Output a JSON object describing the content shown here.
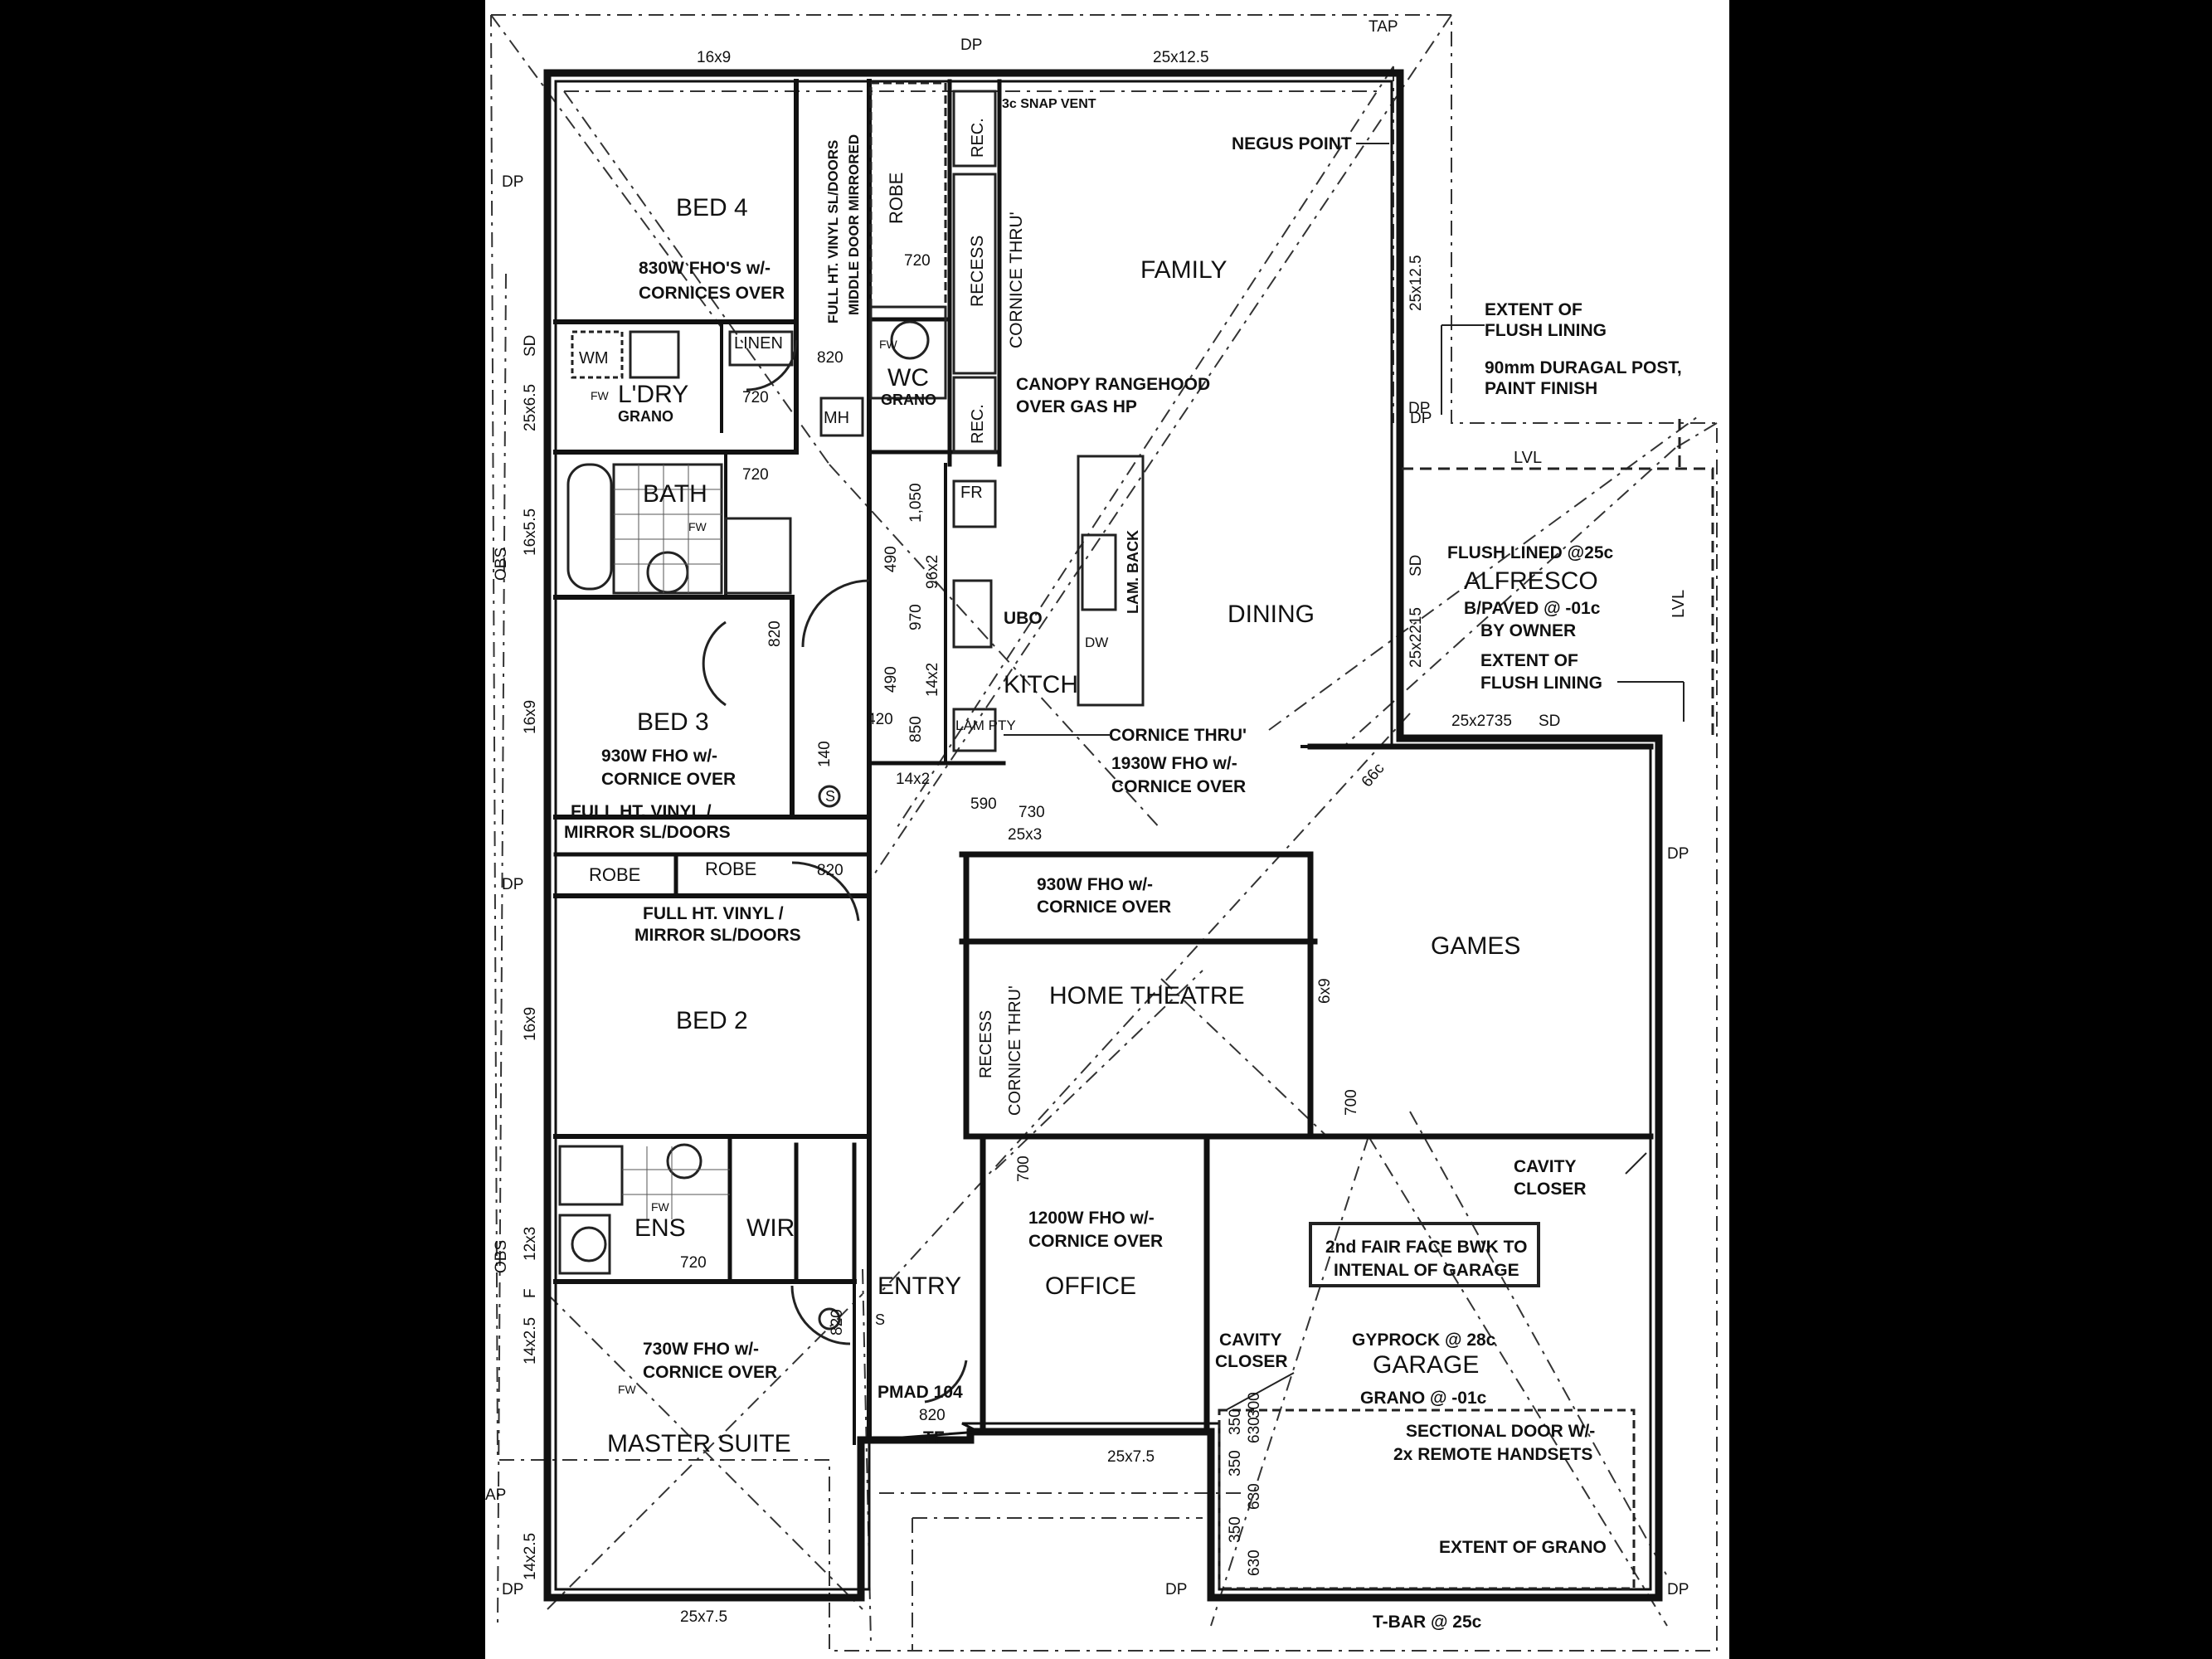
{
  "colors": {
    "background": "#000000",
    "paper": "#ffffff",
    "ink": "#111111"
  },
  "rooms": {
    "bed4": "BED 4",
    "lndry": "L'DRY",
    "bath": "BATH",
    "wc": "WC",
    "family": "FAMILY",
    "dining": "DINING",
    "kitch": "KITCH",
    "alfresco": "ALFRESCO",
    "bed3": "BED 3",
    "bed2": "BED 2",
    "games": "GAMES",
    "home_theatre": "HOME THEATRE",
    "ens": "ENS",
    "wir": "WIR",
    "entry": "ENTRY",
    "office": "OFFICE",
    "master_suite": "MASTER SUITE",
    "garage": "GARAGE",
    "robe1": "ROBE",
    "robe2": "ROBE",
    "robe_top": "ROBE",
    "linen": "LINEN",
    "wm": "WM",
    "rec1": "REC.",
    "rec2": "REC.",
    "fr": "FR",
    "mh": "MH",
    "pty": "LAM PTY",
    "dw": "DW"
  },
  "notes": {
    "bed4_fho_1": "830W FHO'S w/-",
    "bed4_fho_2": "CORNICES OVER",
    "full_ht_1": "FULL HT. VINYL SL/DOORS",
    "full_ht_2": "MIDDLE DOOR MIRRORED",
    "recess": "RECESS",
    "cornice_thru_top": "CORNICE THRU'",
    "snap_vent": "3c SNAP VENT",
    "negus": "NEGUS POINT",
    "extent1_1": "EXTENT OF",
    "extent1_2": "FLUSH LINING",
    "post_1": "90mm DURAGAL POST,",
    "post_2": "PAINT FINISH",
    "canopy_1": "CANOPY RANGEHOOD",
    "canopy_2": "OVER GAS HP",
    "grano1": "GRANO",
    "grano2": "GRANO",
    "ubo": "UBO",
    "lam_back": "LAM. BACK",
    "flush_lined": "FLUSH LINED @25c",
    "bpaved": "B/PAVED @ -01c",
    "by_owner": "BY OWNER",
    "extent2_1": "EXTENT OF",
    "extent2_2": "FLUSH LINING",
    "bed3_fho_1": "930W FHO w/-",
    "bed3_fho_2": "CORNICE OVER",
    "bed3_vinyl_1": "FULL HT. VINYL /",
    "bed3_vinyl_2": "MIRROR SL/DOORS",
    "cornice_thru_mid": "CORNICE THRU'",
    "kitch_fho_1": "1930W FHO w/-",
    "kitch_fho_2": "CORNICE OVER",
    "bed2_vinyl_1": "FULL HT. VINYL /",
    "bed2_vinyl_2": "MIRROR SL/DOORS",
    "ht_fho_1": "930W FHO w/-",
    "ht_fho_2": "CORNICE OVER",
    "recess2": "RECESS",
    "cornice_thru_ht": "CORNICE THRU'",
    "cavity1_1": "CAVITY",
    "cavity1_2": "CLOSER",
    "office_fho_1": "1200W FHO w/-",
    "office_fho_2": "CORNICE OVER",
    "bwk_1": "2nd FAIR FACE BWK TO",
    "bwk_2": "INTENAL OF GARAGE",
    "cavity2_1": "CAVITY",
    "cavity2_2": "CLOSER",
    "gyprock": "GYPROCK @ 28c",
    "grano_garage": "GRANO @ -01c",
    "sectional_1": "SECTIONAL DOOR W/-",
    "sectional_2": "2x REMOTE HANDSETS",
    "master_fho_1": "730W FHO w/-",
    "master_fho_2": "CORNICE OVER",
    "pmad": "PMAD 104",
    "tf": "TF",
    "extent_grano": "EXTENT OF GRANO",
    "tbar": "T-BAR @ 25c",
    "lvl1": "LVL",
    "lvl2": "LVL",
    "s1": "S",
    "s2": "S",
    "fw1": "FW",
    "fw2": "FW",
    "fw3": "FW",
    "fw4": "FW",
    "fw5": "FW"
  },
  "dims": {
    "d16x9_top": "16x9",
    "dp_top": "DP",
    "d25x12_5_top": "25x12.5",
    "tap": "TAP",
    "dp_left1": "DP",
    "d25x6_5": "25x6.5",
    "sd1": "SD",
    "d16x5_5": "16x5.5",
    "obs1": "OBS",
    "d16x9_l2": "16x9",
    "dp_left2": "DP",
    "d16x9_l3": "16x9",
    "d12x3": "12x3",
    "obs2": "OBS",
    "d14x2_5a": "14x2.5",
    "f1": "F",
    "ap": "AP",
    "d14x2_5b": "14x2.5",
    "dp_left3": "DP",
    "d25x12_5_r": "25x12.5",
    "dp_r1": "DP",
    "d25x2215": "25x2215",
    "sd2": "SD",
    "d25x2735": "25x2735",
    "sd3": "SD",
    "dp_r2": "DP",
    "d6x9": "6x9",
    "dp_r3": "DP",
    "d820a": "820",
    "d720a": "720",
    "d720b": "720",
    "d820b": "820",
    "d820c": "820",
    "d720c": "720",
    "d820d": "820",
    "d820e": "820",
    "d720d": "720",
    "d700a": "700",
    "d700b": "700",
    "d1050": "1,050",
    "d490a": "490",
    "d96x2": "96x2",
    "d970": "970",
    "d490b": "490",
    "d14x2a": "14x2",
    "d420": "420",
    "d850": "850",
    "d140": "140",
    "d14x2b": "14x2",
    "d590": "590",
    "d730": "730",
    "d25x3": "25x3",
    "d66c": "66c",
    "d25x7_5a": "25x7.5",
    "d25x7_5b": "25x7.5",
    "dp_bot1": "DP",
    "dp_bot2": "DP",
    "d350a": "350",
    "d350b": "350",
    "d630a": "630",
    "d630b": "630",
    "d350c": "350",
    "d630c": "630",
    "d300": "300"
  }
}
